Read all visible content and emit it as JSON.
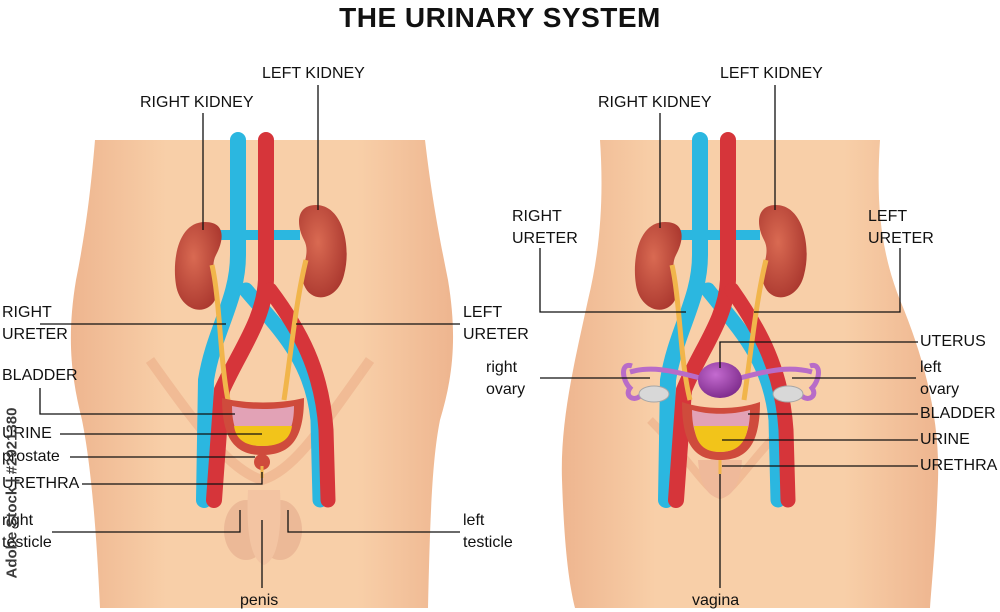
{
  "title": "THE URINARY SYSTEM",
  "stock_id": "Adobe Stock | #2921380",
  "male": {
    "right_kidney": "RIGHT KIDNEY",
    "left_kidney": "LEFT KIDNEY",
    "right_ureter_1": "RIGHT",
    "right_ureter_2": "URETER",
    "left_ureter_1": "LEFT",
    "left_ureter_2": "URETER",
    "bladder": "BLADDER",
    "urine": "URINE",
    "prostate": "prostate",
    "urethra": "URETHRA",
    "right_testicle_1": "right",
    "right_testicle_2": "testicle",
    "left_testicle_1": "left",
    "left_testicle_2": "testicle",
    "penis": "penis"
  },
  "female": {
    "right_kidney": "RIGHT KIDNEY",
    "left_kidney": "LEFT KIDNEY",
    "right_ureter_1": "RIGHT",
    "right_ureter_2": "URETER",
    "left_ureter_1": "LEFT",
    "left_ureter_2": "URETER",
    "uterus": "UTERUS",
    "right_ovary_1": "right",
    "right_ovary_2": "ovary",
    "left_ovary_1": "left",
    "left_ovary_2": "ovary",
    "bladder": "BLADDER",
    "urine": "URINE",
    "urethra": "URETHRA",
    "vagina": "vagina"
  },
  "colors": {
    "skin": "#f7c9a0",
    "skin_shade": "#eeb189",
    "kidney": "#c0473a",
    "artery": "#d6353a",
    "vein": "#2bb7e0",
    "ureter": "#f1b54b",
    "urine": "#f2c41a",
    "bladder_wall": "#cf4b3c",
    "uterus": "#9b3fa6"
  }
}
